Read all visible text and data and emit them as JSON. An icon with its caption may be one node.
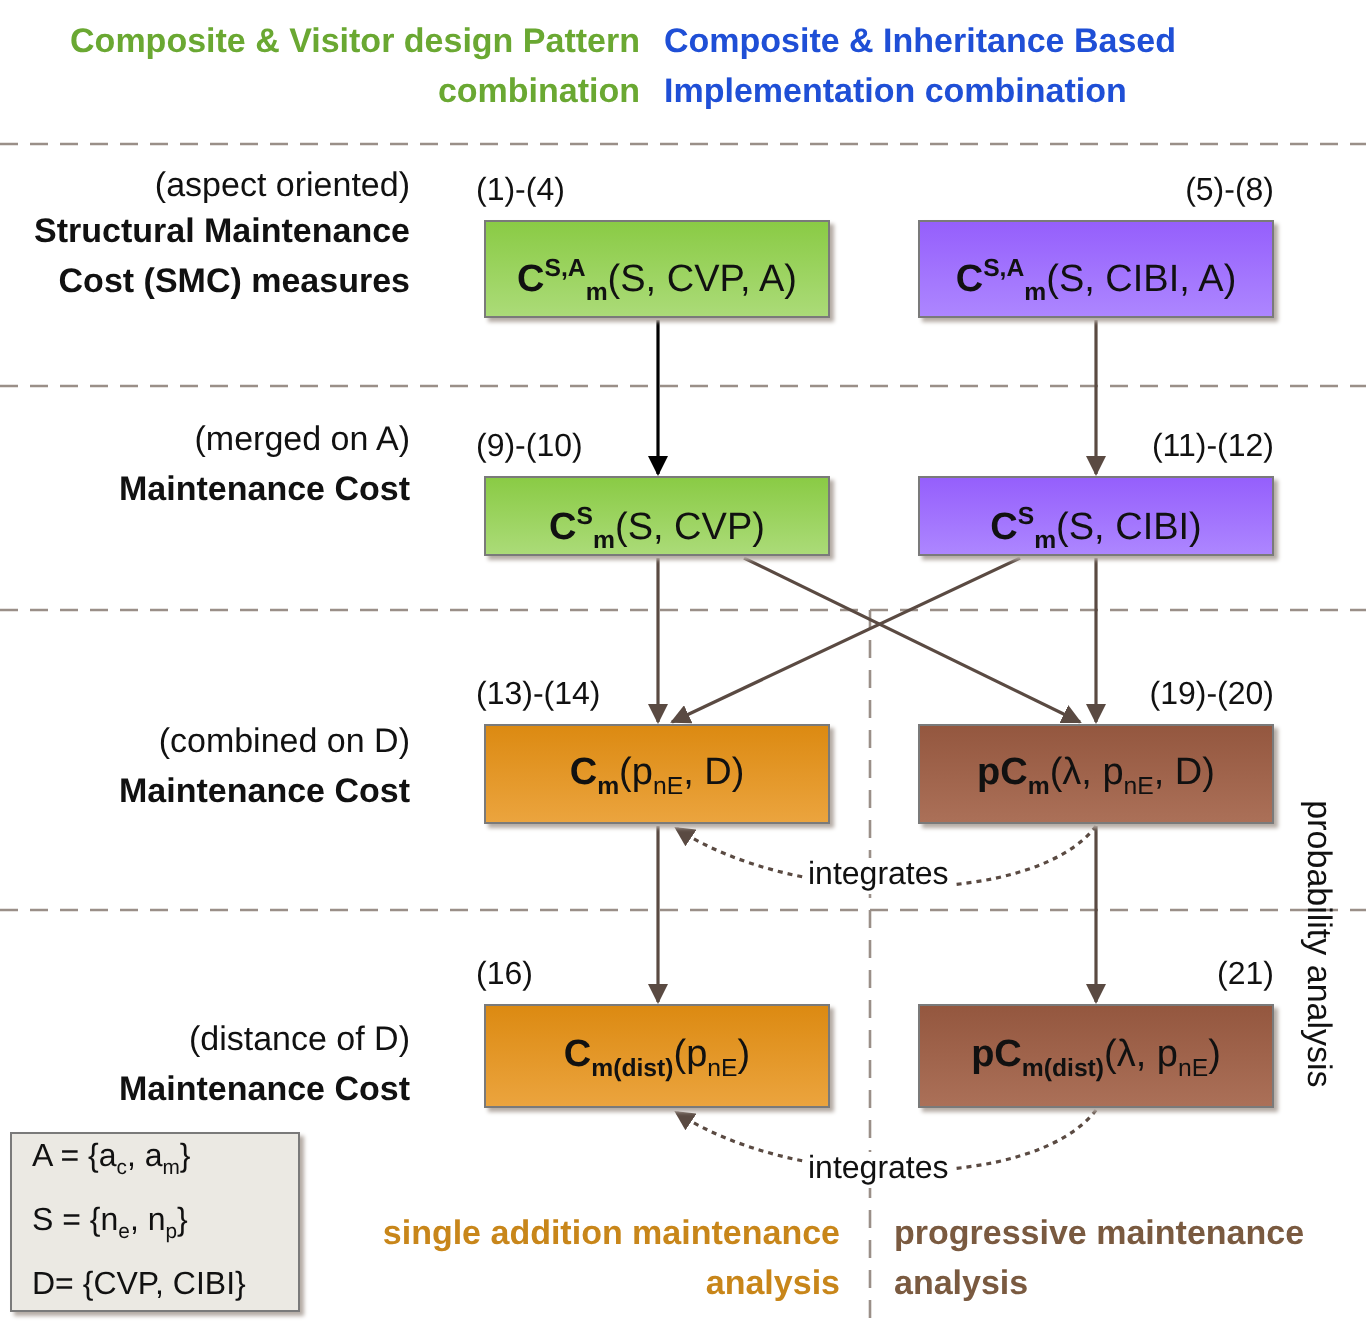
{
  "diagram": {
    "nodes": [
      {
        "text": [
          "**C**$^{S,A}$$_{m}$(S, CVP, A)"
        ],
        "beside": [
          "(1)-(4)"
        ]
      },
      {
        "text": [
          "**C**$^{S,A}$$_{m}$(S, CIBI, A)"
        ],
        "beside": [
          "(5)-(8)"
        ]
      },
      {
        "text": [
          "**C**$^{S}$$_{m}$(S, CVP)"
        ],
        "beside": [
          "(9)-(10)"
        ]
      },
      {
        "text": [
          "**C**$^{S}$$_{m}$(S, CIBI)"
        ],
        "beside": [
          "(11)-(12)"
        ]
      },
      {
        "text": [
          "**C**$_{m}$(p$_{nE}$, D)"
        ],
        "beside": [
          "(13)-(14)"
        ]
      },
      {
        "text": [
          "**pC**$_{m}$(λ, p$_{nE}$, D)"
        ],
        "beside": [
          "(19)-(20)"
        ]
      },
      {
        "text": [
          "**C**$_{m(dist)}$(p$_{nE}$)"
        ],
        "beside": [
          "(16)"
        ]
      },
      {
        "text": [
          "**pC**$_{m(dist)}$(λ, p$_{nE}$)"
        ],
        "beside": [
          "(21)"
        ]
      },
      {
        "text": [
          "A = {a$_{c}$, a$_{m}$}",
          "S = {n$_{e}$, n$_{p}$}",
          "D= {CVP, CIBI}"
        ]
      }
    ],
    "edges": [
      {
        "from": 0,
        "to": 2,
        "arrow": "to",
        "color": "#000000"
      },
      {
        "from": 1,
        "to": 3,
        "arrow": "to"
      },
      {
        "from": 2,
        "to": 4,
        "arrow": "to"
      },
      {
        "from": 2,
        "to": 5,
        "arrow": "to"
      },
      {
        "from": 3,
        "to": 4,
        "arrow": "to"
      },
      {
        "from": 3,
        "to": 5,
        "arrow": "to"
      },
      {
        "from": 4,
        "to": 6,
        "arrow": "to"
      },
      {
        "from": 5,
        "to": 7,
        "arrow": "to"
      },
      {
        "from": 5,
        "to": 4,
        "arrow": "to",
        "label": "integrates",
        "style": "dashed"
      },
      {
        "from": 7,
        "to": 6,
        "arrow": "to",
        "label": "integrates",
        "style": "dashed"
      }
    ],
    "labels": [
      "Composite & Visitor design Pattern combination",
      "Composite & Inheritance Based Implementation combination",
      "(aspect oriented)",
      "Structural Maintenance Cost (SMC) measures",
      "(merged on A)",
      "Maintenance Cost",
      "(combined on D)",
      "Maintenance Cost",
      "(distance of D)",
      "Maintenance Cost",
      "probability analysis",
      "single addition maintenance analysis",
      "progressive maintenance analysis"
    ]
  }
}
